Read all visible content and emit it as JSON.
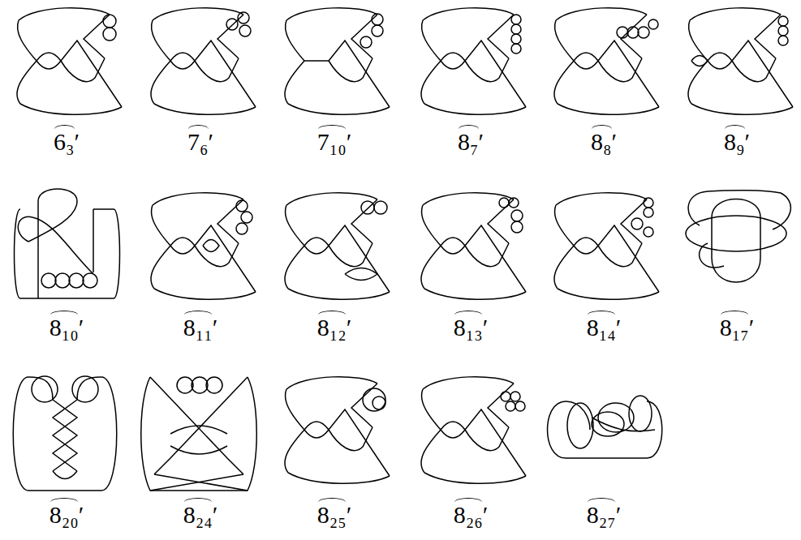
{
  "diagram": {
    "labels": [
      "6₃′",
      "7₆′",
      "7₁₀′",
      "8₇′",
      "8₈′",
      "8₉′",
      "8₁₀′",
      "8₁₁′",
      "8₁₂′",
      "8₁₃′",
      "8₁₄′",
      "8₁₇′",
      "8₂₀′",
      "8₂₄′",
      "8₂₅′",
      "8₂₆′",
      "8₂₇′"
    ]
  }
}
